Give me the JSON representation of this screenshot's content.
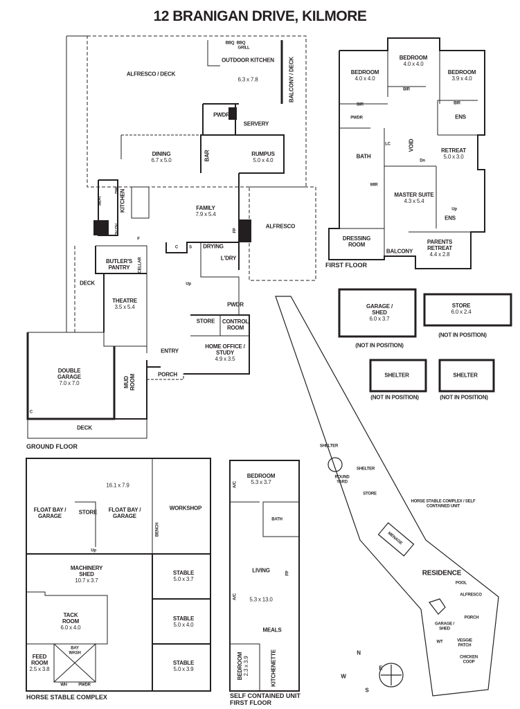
{
  "title": "12 BRANIGAN DRIVE, KILMORE",
  "ground_floor": {
    "label": "GROUND FLOOR",
    "alfresco_deck": "ALFRESCO / DECK",
    "outdoor_kitchen": "OUTDOOR KITCHEN",
    "outdoor_kitchen_dims": "6.3 x 7.8",
    "balcony_deck": "BALCONY / DECK",
    "bbq1": "BBQ",
    "bbq2": "BBQ",
    "grill": "GRILL",
    "pwdr_top": "PWDR",
    "servery": "SERVERY",
    "bar": "BAR",
    "dining": "DINING",
    "dining_dims": "6.7 x 5.0",
    "rumpus": "RUMPUS",
    "rumpus_dims": "5.0 x 4.0",
    "kitchen": "KITCHEN",
    "seat": "SEAT",
    "dw": "DW",
    "ov": "OV OV",
    "family": "FAMILY",
    "family_dims": "7.9 x 5.4",
    "fp": "FP",
    "alfresco": "ALFRESCO",
    "butlers_pantry": "BUTLER'S PANTRY",
    "cellar": "CELLAR",
    "drying": "DRYING",
    "laundry": "L'DRY",
    "up": "Up",
    "theatre": "THEATRE",
    "theatre_dims": "3.5 x 5.4",
    "deck_side": "DECK",
    "pwdr_lower": "PWDR",
    "store": "STORE",
    "control_room": "CONTROL ROOM",
    "entry": "ENTRY",
    "porch": "PORCH",
    "home_office": "HOME OFFICE / STUDY",
    "home_office_dims": "4.9 x 3.5",
    "double_garage": "DOUBLE GARAGE",
    "double_garage_dims": "7.0 x 7.0",
    "mud_room": "MUD ROOM",
    "deck_bottom": "DECK",
    "cupboard": "C",
    "shelf": "S",
    "fridge": "F"
  },
  "first_floor": {
    "label": "FIRST FLOOR",
    "bedroom1": "BEDROOM",
    "bedroom1_dims": "4.0 x 4.0",
    "bedroom2": "BEDROOM",
    "bedroom2_dims": "4.0 x 4.0",
    "bedroom3": "BEDROOM",
    "bedroom3_dims": "3.9 x 4.0",
    "bir": "BIR",
    "pwdr": "PWDR",
    "ens_top": "ENS",
    "bath": "BATH",
    "lc": "LC",
    "void": "VOID",
    "dn": "Dn",
    "retreat": "RETREAT",
    "retreat_dims": "5.0 x 3.0",
    "wir": "WIR",
    "master_suite": "MASTER SUITE",
    "master_suite_dims": "4.3 x 5.4",
    "up": "Up",
    "ens_master": "ENS",
    "dressing_room": "DRESSING ROOM",
    "balcony": "BALCONY",
    "parents_retreat": "PARENTS RETREAT",
    "parents_retreat_dims": "4.4 x 2.8"
  },
  "outbuildings": {
    "garage_shed": "GARAGE / SHED",
    "garage_shed_dims": "6.0 x 3.7",
    "store": "STORE",
    "store_dims": "6.0 x 2.4",
    "shelter1": "SHELTER",
    "shelter2": "SHELTER",
    "not_in_position": "(NOT IN POSITION)"
  },
  "horse_stable": {
    "label": "HORSE STABLE COMPLEX",
    "overall_dims": "16.1 x 7.9",
    "float_bay1": "FLOAT BAY / GARAGE",
    "store": "STORE",
    "float_bay2": "FLOAT BAY / GARAGE",
    "workshop": "WORKSHOP",
    "bench": "BENCH",
    "up": "Up",
    "machinery_shed": "MACHINERY SHED",
    "machinery_shed_dims": "10.7 x 3.7",
    "stable1": "STABLE",
    "stable1_dims": "5.0 x 3.7",
    "stable2": "STABLE",
    "stable2_dims": "5.0 x 4.0",
    "stable3": "STABLE",
    "stable3_dims": "5.0 x 3.9",
    "tack_room": "TACK ROOM",
    "tack_room_dims": "6.0 x 4.0",
    "feed_room": "FEED ROOM",
    "feed_room_dims": "2.5 x 3.8",
    "bay_wash": "BAY WASH",
    "wh": "WH",
    "pwdr": "PWDR"
  },
  "self_contained_unit": {
    "label": "SELF CONTAINED UNIT FIRST FLOOR",
    "bedroom": "BEDROOM",
    "bedroom_dims": "5.3 x 3.7",
    "ac": "A/C",
    "bath": "BATH",
    "fp": "FP",
    "living": "LIVING",
    "living_dims": "5.3 x 13.0",
    "meals": "MEALS",
    "kitchenette": "KITCHENETTE",
    "bedroom2": "BEDROOM",
    "bedroom2_dims": "2.3 x 3.9"
  },
  "site_plan": {
    "shelter1": "SHELTER",
    "round_yard": "ROUND YARD",
    "shelter2": "SHELTER",
    "store": "STORE",
    "horse_stable": "HORSE STABLE COMPLEX / SELF CONTAINED UNIT",
    "menage": "MENAGE",
    "residence": "RESIDENCE",
    "pool": "POOL",
    "alfresco": "ALFRESCO",
    "porch": "PORCH",
    "garage_shed": "GARAGE / SHED",
    "wt": "WT",
    "veggie_patch": "VEGGIE PATCH",
    "chicken_coop": "CHICKEN COOP",
    "compass": {
      "n": "N",
      "e": "E",
      "s": "S",
      "w": "W"
    }
  }
}
